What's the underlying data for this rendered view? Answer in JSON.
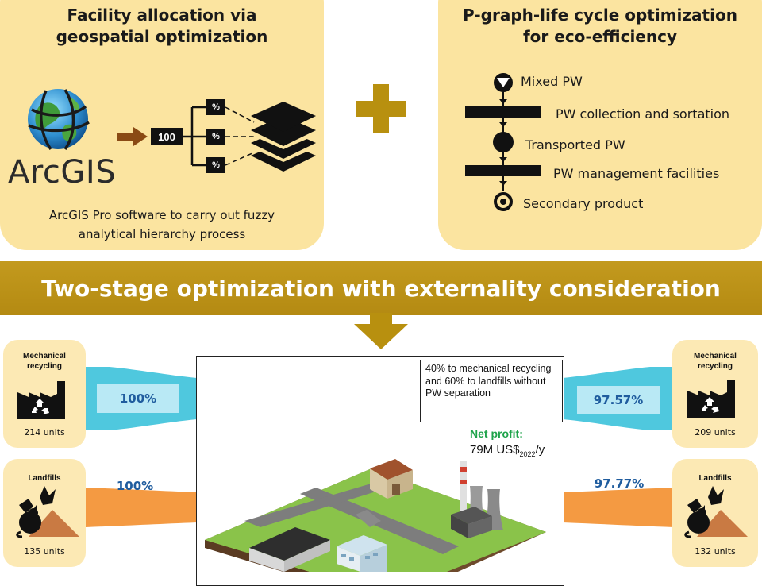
{
  "left_panel": {
    "title": "Facility allocation via\ngeospatial optimization",
    "logo_text": "ArcGIS",
    "flow_value": "100",
    "weights": [
      "%",
      "%",
      "%"
    ],
    "caption": "ArcGIS Pro software to carry out fuzzy\nanalytical hierarchy process"
  },
  "right_panel": {
    "title": "P-graph-life cycle optimization\nfor eco-efficiency",
    "items": [
      "Mixed PW",
      "PW collection and sortation",
      "Transported PW",
      "PW management facilities",
      "Secondary product"
    ]
  },
  "banner": {
    "text": "Two-stage optimization with externality consideration"
  },
  "left_side": {
    "mechanical": {
      "label": "Mechanical\nrecycling",
      "units": "214 units",
      "percent": "100%"
    },
    "landfills": {
      "label": "Landfills",
      "units": "135 units",
      "percent": "100%"
    }
  },
  "right_side": {
    "mechanical": {
      "label": "Mechanical\nrecycling",
      "units": "209 units",
      "percent": "97.57%"
    },
    "landfills": {
      "label": "Landfills",
      "units": "132 units",
      "percent": "97.77%"
    }
  },
  "center": {
    "note": "40% to mechanical recycling and 60% to landfills without PW separation",
    "profit_label": "Net profit:",
    "profit_value": "79M US$",
    "profit_sub": "2022",
    "profit_unit": "/y"
  },
  "colors": {
    "panel": "#fbe4a0",
    "gold": "#b8900f",
    "cyan": "#4fc8de",
    "orange": "#f49a42",
    "pct_blue": "#1f5c9e",
    "green_text": "#1ea34a"
  }
}
